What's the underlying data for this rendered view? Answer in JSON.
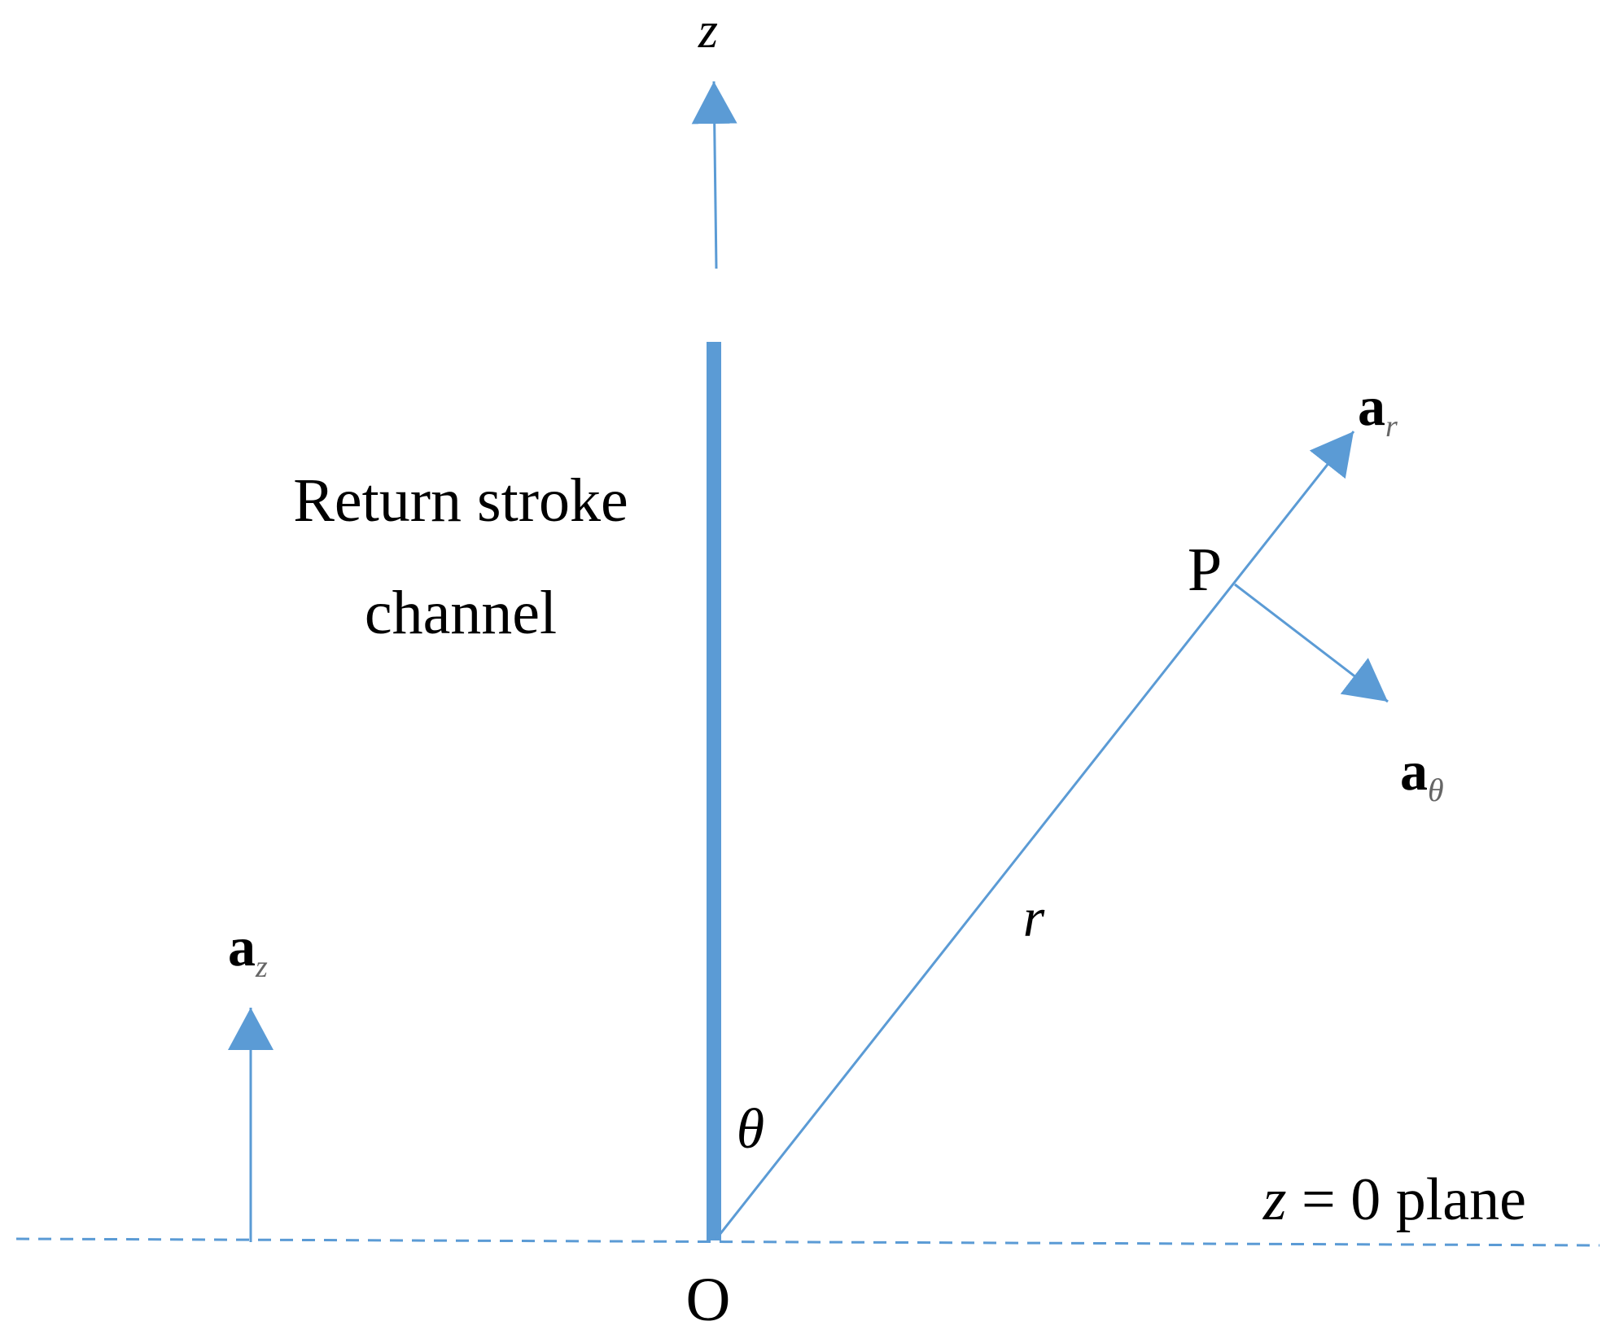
{
  "colors": {
    "line": "#5b9bd5",
    "text": "#000000",
    "subscript": "#666666"
  },
  "labels": {
    "z_axis": "z",
    "channel_line1": "Return stroke",
    "channel_line2": "channel",
    "point": "P",
    "radius": "r",
    "angle": "θ",
    "origin": "O",
    "plane_var": "z",
    "plane_rest": " = 0 plane"
  },
  "vectors": {
    "a_r": {
      "base": "a",
      "sub": "r"
    },
    "a_theta": {
      "base": "a",
      "sub": "θ"
    },
    "a_z": {
      "base": "a",
      "sub": "z"
    }
  }
}
